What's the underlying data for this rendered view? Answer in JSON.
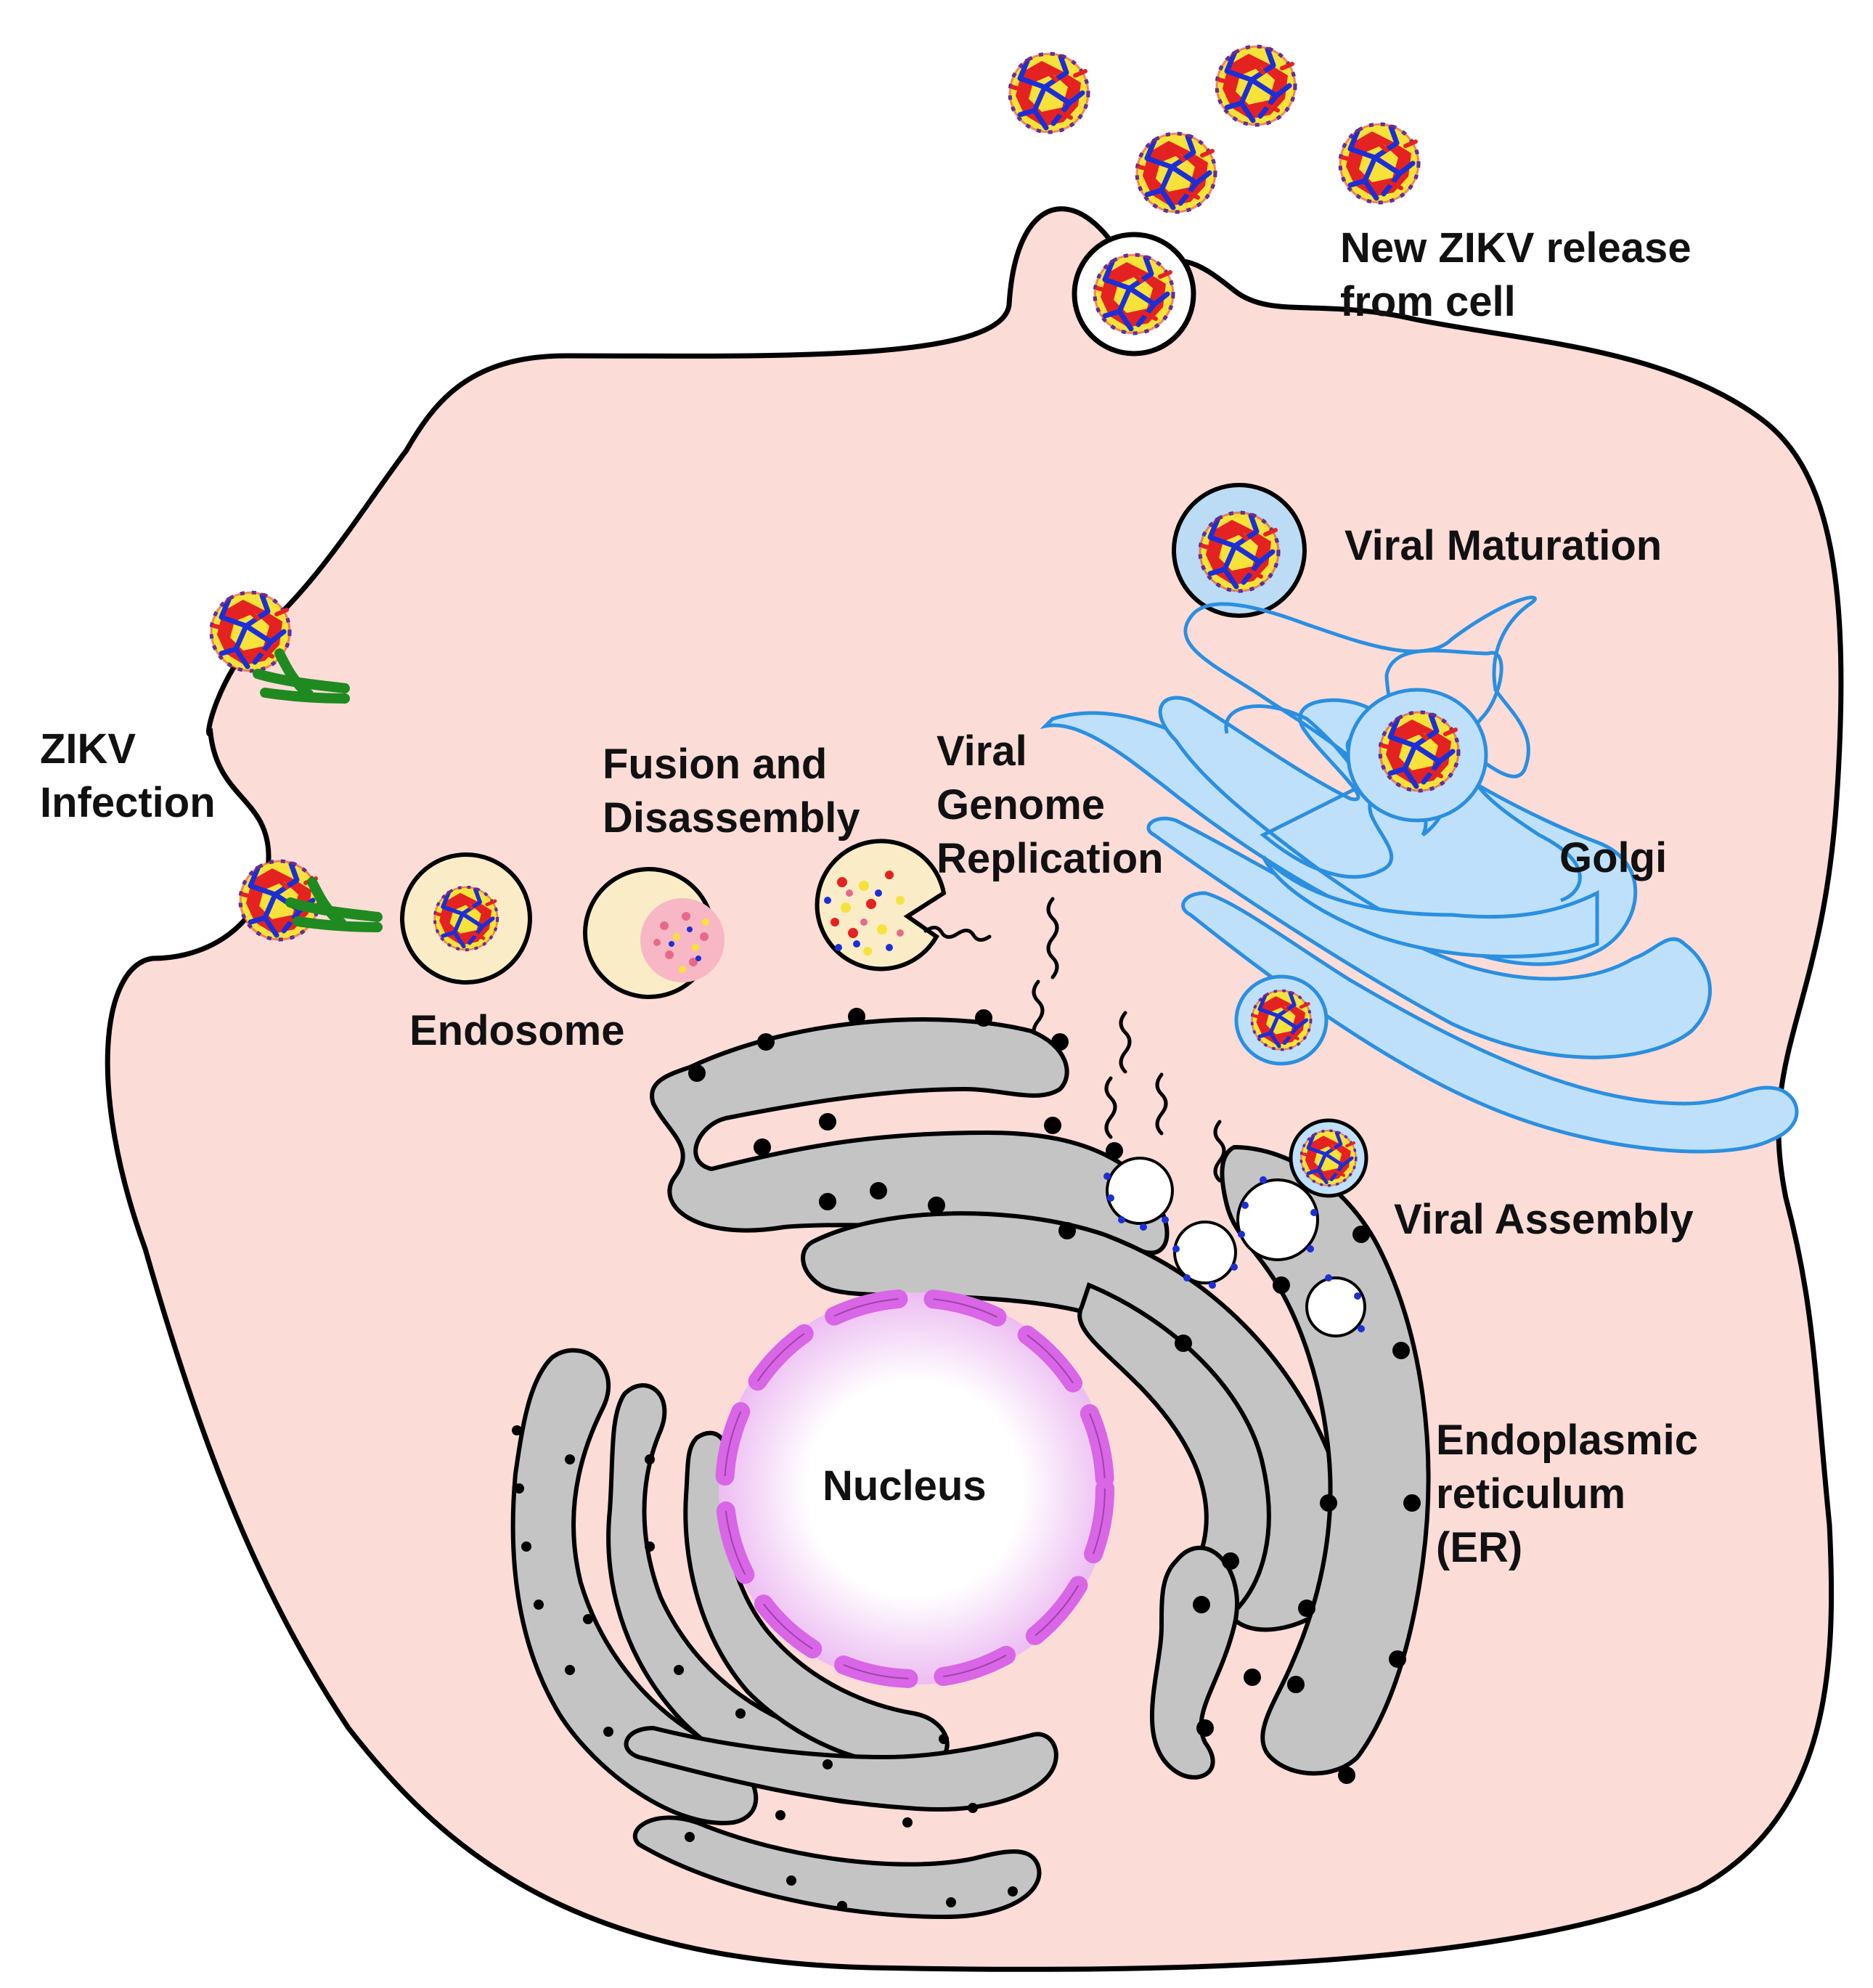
{
  "colors": {
    "cell_fill": "#fbdcd7",
    "outline": "#000000",
    "er_fill": "#c4c4c4",
    "golgi_fill": "#bfe0fb",
    "golgi_stroke": "#2a8fe0",
    "endosome_fill": "#faecc6",
    "vesicle_fill": "#bcdcf5",
    "virus_red": "#e52222",
    "virus_yellow": "#f7e23a",
    "virus_blue": "#1c2fd6",
    "receptor_green": "#1f8a1f",
    "nuclear_pore": "#d966e6",
    "ribosome": "#000000",
    "replication_dots": "#1c2fd6"
  },
  "labels": {
    "release": [
      "New ZIKV release",
      "from cell"
    ],
    "maturation": "Viral Maturation",
    "infection": [
      "ZIKV",
      "Infection"
    ],
    "fusion": [
      "Fusion and",
      "Disassembly"
    ],
    "replication": [
      "Viral",
      "Genome",
      "Replication"
    ],
    "golgi": "Golgi",
    "endosome": "Endosome",
    "assembly": "Viral Assembly",
    "nucleus": "Nucleus",
    "er": [
      "Endoplasmic",
      "reticulum",
      "(ER)"
    ]
  },
  "icons": {
    "virion": "zika-virion-icon",
    "receptor": "cell-receptor-icon",
    "rna": "viral-rna-strand-icon"
  }
}
